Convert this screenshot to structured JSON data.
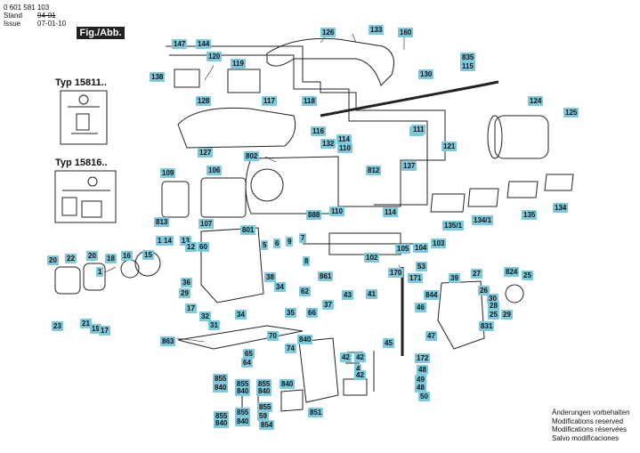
{
  "header": {
    "part_number": "0 601 581 103",
    "stand_label": "Stand",
    "issue_label": "Issue",
    "stand_value": "94-01",
    "issue_value": "07-01-10",
    "figure_label": "Fig./Abb. 1"
  },
  "type_labels": [
    "Typ 15811..",
    "Typ 15816.."
  ],
  "modification_notes": [
    "Änderungen vorbehalten",
    "Modifications reserved",
    "Modifications réservées",
    "Salvo modificaciones"
  ],
  "part_labels": [
    "133",
    "126",
    "160",
    "147",
    "144",
    "835",
    "115",
    "120",
    "119",
    "138",
    "130",
    "128",
    "117",
    "118",
    "124",
    "125",
    "127",
    "116",
    "132",
    "114",
    "110",
    "111",
    "121",
    "802",
    "109",
    "106",
    "137",
    "812",
    "888",
    "813",
    "107",
    "110",
    "114",
    "111",
    "135/1",
    "134/1",
    "135",
    "134",
    "801",
    "13",
    "14",
    "13",
    "12",
    "60",
    "5",
    "6",
    "9",
    "7",
    "8",
    "102",
    "105",
    "104",
    "103",
    "20",
    "22",
    "20",
    "18",
    "16",
    "15",
    "1",
    "53",
    "171",
    "27",
    "824",
    "25",
    "36",
    "29",
    "38",
    "861",
    "170",
    "39",
    "26",
    "30",
    "28",
    "844",
    "34",
    "62",
    "43",
    "41",
    "17",
    "32",
    "31",
    "37",
    "46",
    "831",
    "25",
    "29",
    "34",
    "35",
    "21",
    "19",
    "17",
    "23",
    "66",
    "45",
    "47",
    "863",
    "840",
    "70",
    "74",
    "65",
    "64",
    "42",
    "4",
    "42",
    "42",
    "172",
    "48",
    "49",
    "48",
    "50",
    "855",
    "840",
    "855",
    "840",
    "855",
    "840",
    "840",
    "855",
    "840",
    "855",
    "840",
    "855",
    "59",
    "854",
    "851"
  ],
  "colors": {
    "label_fill": "#7ec8dc",
    "figure_box": "#222222",
    "line": "#222222"
  }
}
